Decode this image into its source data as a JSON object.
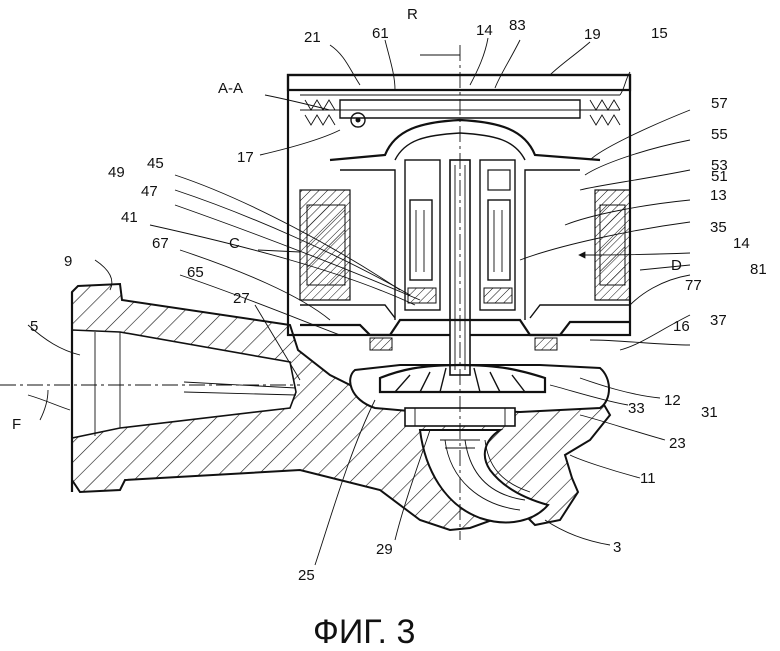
{
  "figure": {
    "caption": "ФИГ. 3",
    "section_label": "A-A",
    "labels": {
      "R": "R",
      "F": "F",
      "C": "C",
      "D": "D",
      "n3": "3",
      "n5": "5",
      "n9": "9",
      "n11": "11",
      "n12": "12",
      "n13": "13",
      "n14a": "14",
      "n14b": "14",
      "n15": "15",
      "n16": "16",
      "n17": "17",
      "n19": "19",
      "n21": "21",
      "n23": "23",
      "n25": "25",
      "n27": "27",
      "n29": "29",
      "n31": "31",
      "n33": "33",
      "n35": "35",
      "n37": "37",
      "n41": "41",
      "n45": "45",
      "n47": "47",
      "n49": "49",
      "n51": "51",
      "n53": "53",
      "n55": "55",
      "n57": "57",
      "n61": "61",
      "n65": "65",
      "n67": "67",
      "n77": "77",
      "n81": "81",
      "n83": "83"
    }
  }
}
